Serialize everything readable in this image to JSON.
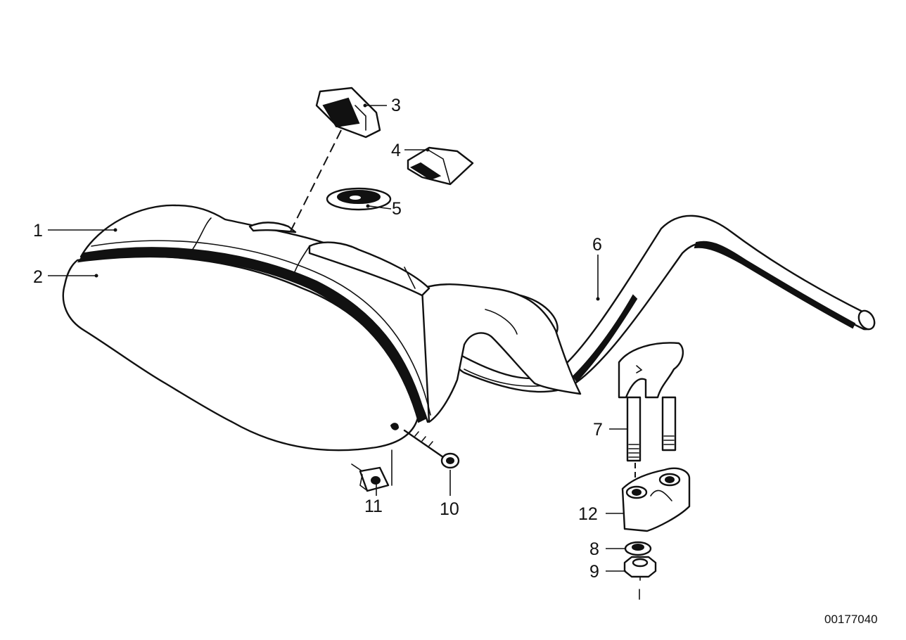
{
  "callouts": [
    "1",
    "2",
    "3",
    "4",
    "5",
    "6",
    "7",
    "8",
    "9",
    "10",
    "11",
    "12"
  ],
  "reference_number": "00177040",
  "colors": {
    "ink": "#111111",
    "paper": "#ffffff"
  }
}
